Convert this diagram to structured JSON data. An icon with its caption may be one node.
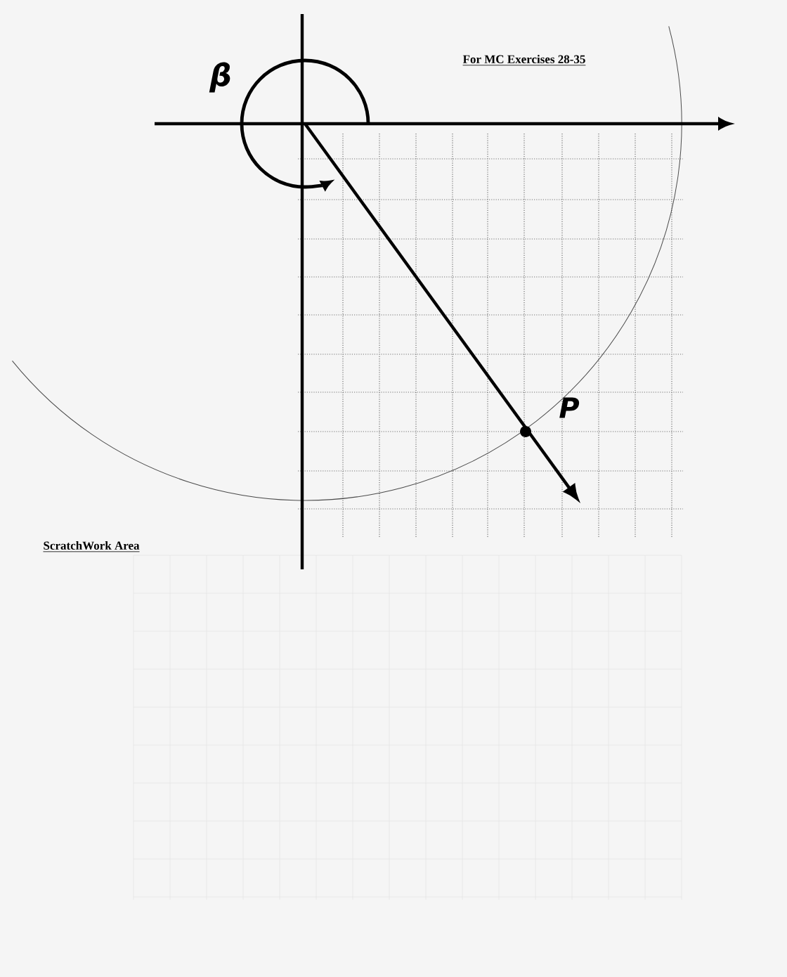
{
  "diagram": {
    "labels": [
      "β",
      "For MC Exercises 28-35",
      "P",
      "ScratchWork Area"
    ]
  }
}
